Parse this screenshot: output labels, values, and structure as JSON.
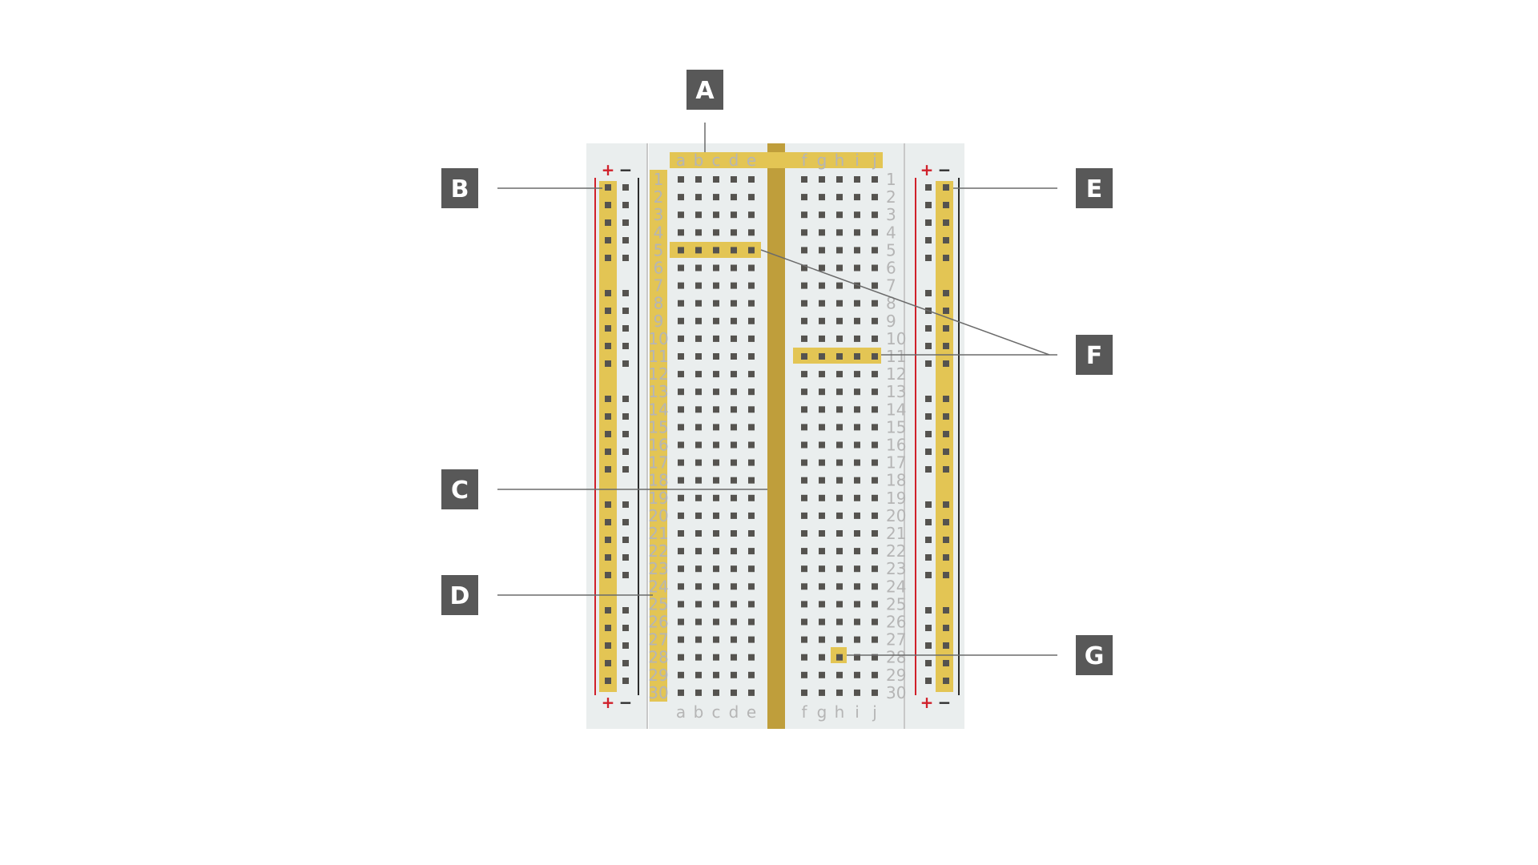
{
  "diagram": {
    "columns_left": [
      "a",
      "b",
      "c",
      "d",
      "e"
    ],
    "columns_right": [
      "f",
      "g",
      "h",
      "i",
      "j"
    ],
    "rows": [
      "1",
      "2",
      "3",
      "4",
      "5",
      "6",
      "7",
      "8",
      "9",
      "10",
      "11",
      "12",
      "13",
      "14",
      "15",
      "16",
      "17",
      "18",
      "19",
      "20",
      "21",
      "22",
      "23",
      "24",
      "25",
      "26",
      "27",
      "28",
      "29",
      "30"
    ],
    "rail_signs": {
      "plus": "+",
      "minus": "−"
    },
    "callouts": [
      "A",
      "B",
      "C",
      "D",
      "E",
      "F",
      "G"
    ]
  },
  "colors": {
    "board": "#eaeeee",
    "highlight": "#e3c554",
    "channel": "#bf9e3b",
    "hole": "#55534f",
    "callout_box": "#585858",
    "leader": "#6b6b6b",
    "label": "#b5b5b5",
    "plus_line": "#d0202a",
    "minus_line": "#2b2b2b"
  }
}
